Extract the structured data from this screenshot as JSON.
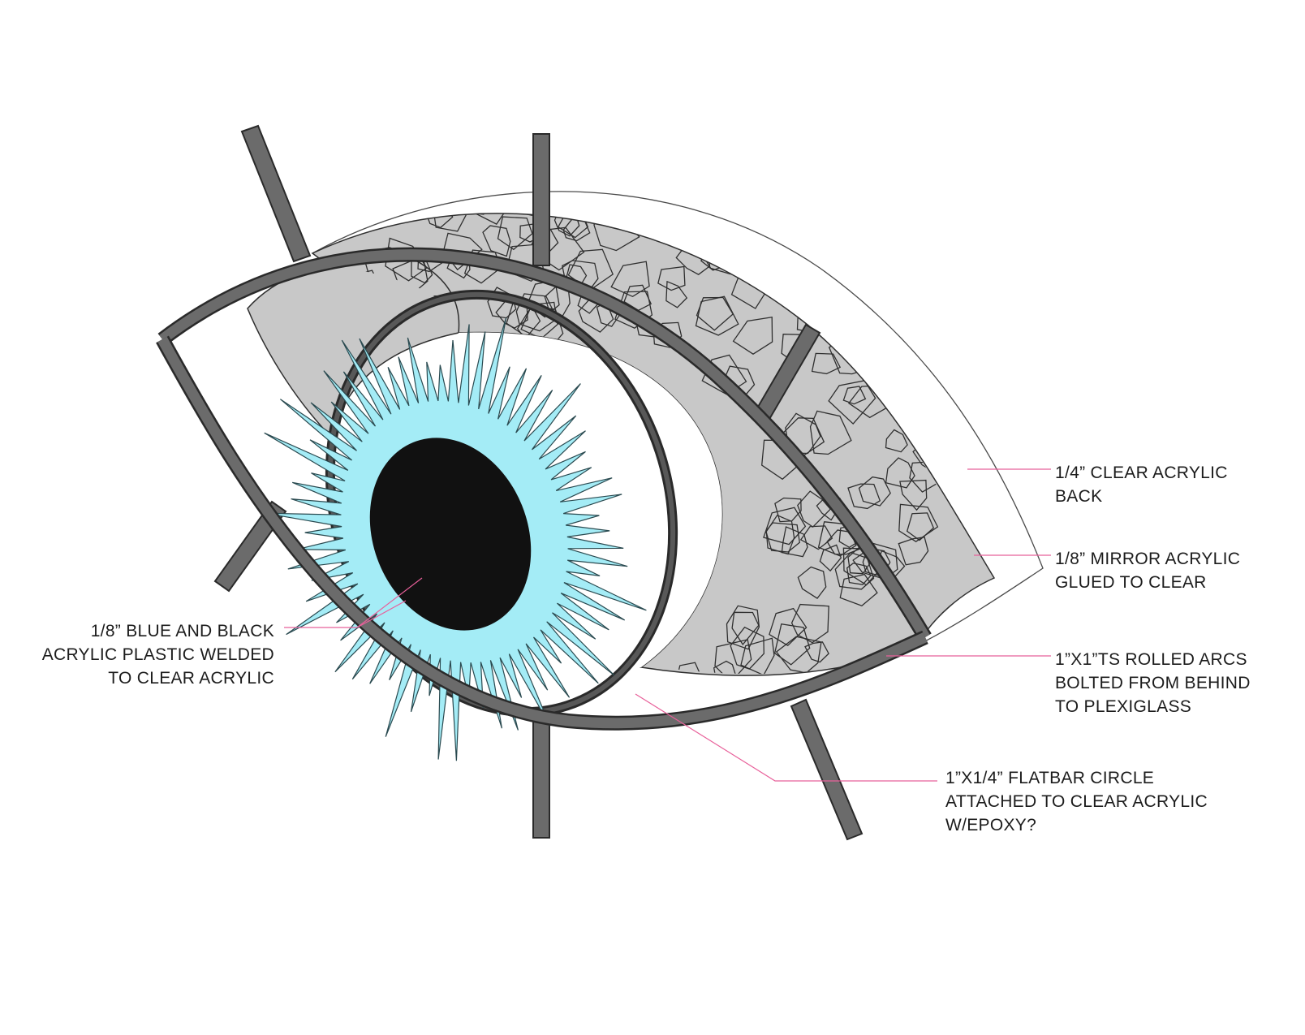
{
  "colors": {
    "frame": "#6b6b6b",
    "frame_edge": "#2a2a2a",
    "mirror_fill": "#c8c8c8",
    "mirror_cells": "#2f2f2f",
    "iris": "#a4ecf6",
    "pupil": "#111111",
    "ring": "#3a3a3a",
    "leader": "#e8609a"
  },
  "labels": {
    "clear_acrylic_back": "1/4” CLEAR ACRYLIC\nBACK",
    "mirror_acrylic": "1/8” MIRROR ACRYLIC\nGLUED TO CLEAR",
    "rolled_arcs": "1”X1”TS ROLLED ARCS\n BOLTED FROM BEHIND\nTO PLEXIGLASS",
    "flatbar_circle": "1”X1/4” FLATBAR CIRCLE\nATTACHED TO CLEAR ACRYLIC\nW/EPOXY?",
    "blue_black": "1/8” BLUE AND BLACK\nACRYLIC PLASTIC WELDED\nTO CLEAR ACRYLIC"
  }
}
